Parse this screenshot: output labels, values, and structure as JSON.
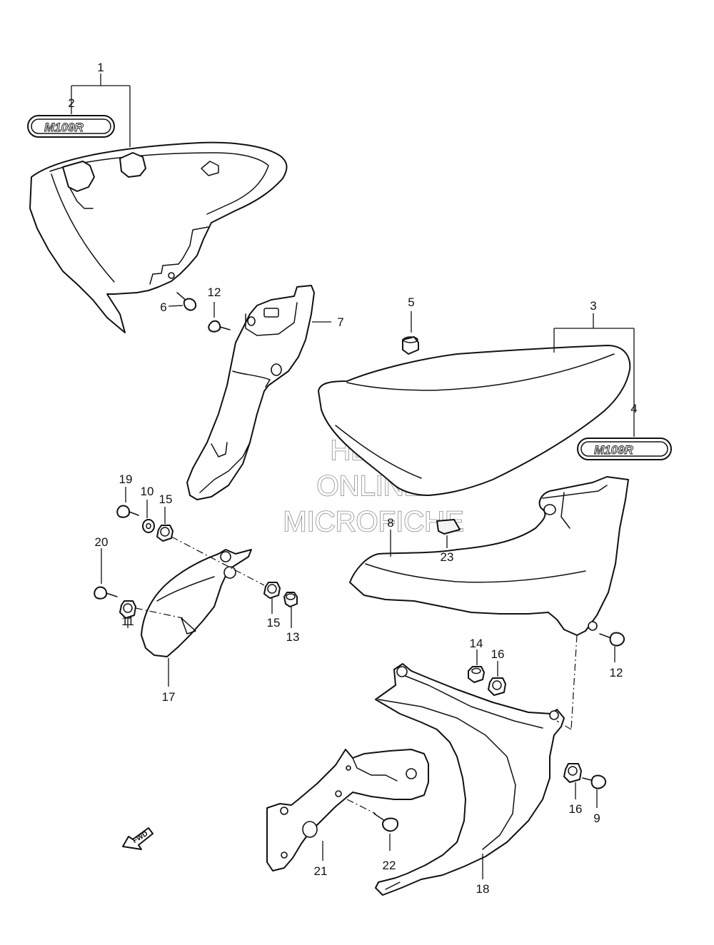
{
  "watermark": {
    "line1": "HLSM",
    "line2": "ONLINE",
    "line3": "MICROFICHE"
  },
  "emblem_text": "M109R",
  "fwd_label": "FWD",
  "callouts": {
    "c1": "1",
    "c2": "2",
    "c3": "3",
    "c4": "4",
    "c5": "5",
    "c6": "6",
    "c7": "7",
    "c8": "8",
    "c9": "9",
    "c10": "10",
    "c11": "11",
    "c12a": "12",
    "c12b": "12",
    "c13": "13",
    "c14": "14",
    "c15a": "15",
    "c15b": "15",
    "c16a": "16",
    "c16b": "16",
    "c17": "17",
    "c18": "18",
    "c19": "19",
    "c20": "20",
    "c21": "21",
    "c22": "22",
    "c23": "23"
  }
}
